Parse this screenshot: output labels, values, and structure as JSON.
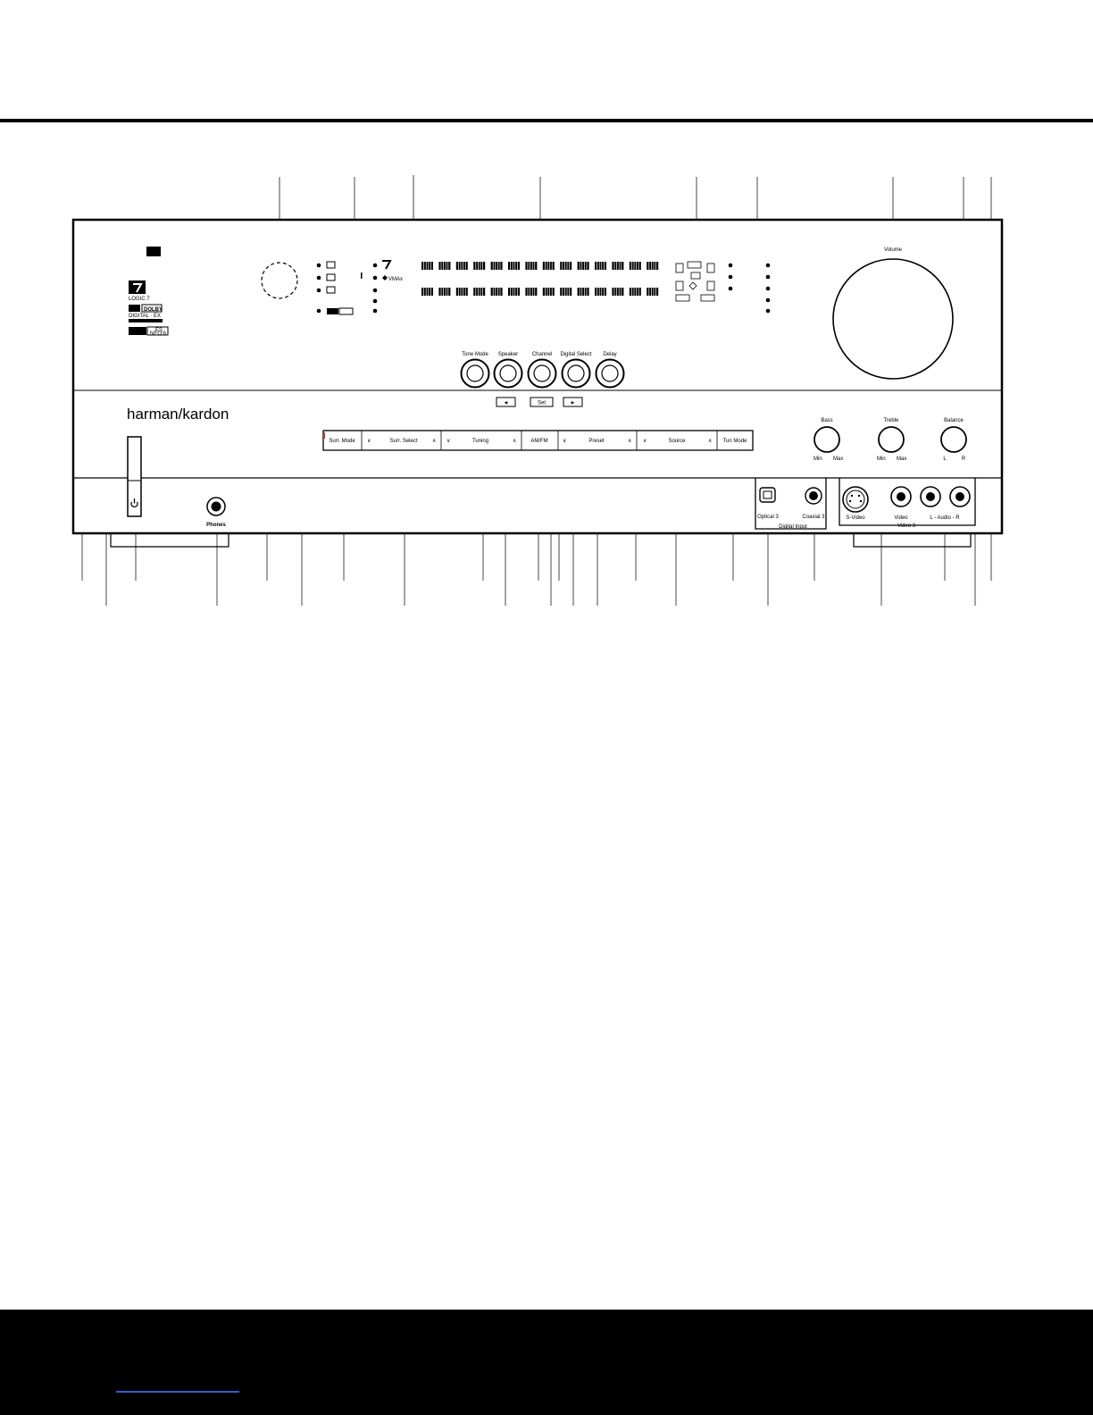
{
  "brand": "harman/kardon",
  "logos": {
    "logic7": "LOGIC 7",
    "dolby_line1": "DOLBY",
    "dolby_line2": "DIGITAL · EX",
    "dts_line1": "ES",
    "dts_line2": "NEO:6",
    "vmax": "VMAx"
  },
  "buttons": {
    "tone_mode": "Tone Mode",
    "speaker": "Speaker",
    "channel": "Channel",
    "digital_select": "Digital Select",
    "delay": "Delay"
  },
  "strip": {
    "surr_mode": "Surr. Mode",
    "surr_select": "Surr. Select",
    "tuning": "Tuning",
    "am_fm": "AM/FM",
    "preset": "Preset",
    "source": "Source",
    "tun_mode": "Tun Mode",
    "down": "∨",
    "up": "∧"
  },
  "small_buttons": {
    "left": "◄",
    "set": "Set",
    "right": "►"
  },
  "knobs": {
    "volume": "Volume",
    "bass": "Bass",
    "treble": "Treble",
    "balance": "Balance",
    "min": "Min",
    "max": "Max",
    "l": "L",
    "r": "R"
  },
  "jacks": {
    "phones": "Phones",
    "optical3": "Optical 3",
    "coaxial3": "Coaxial 3",
    "digital_input": "Digital Input",
    "svideo": "S-Video",
    "video": "Video",
    "audio": "L - Audio - R",
    "video3": "Video 3"
  },
  "colors": {
    "panel_stroke": "#000000",
    "callout": "#9a9a9a",
    "footer": "#000000",
    "link": "#2f5fd0"
  }
}
